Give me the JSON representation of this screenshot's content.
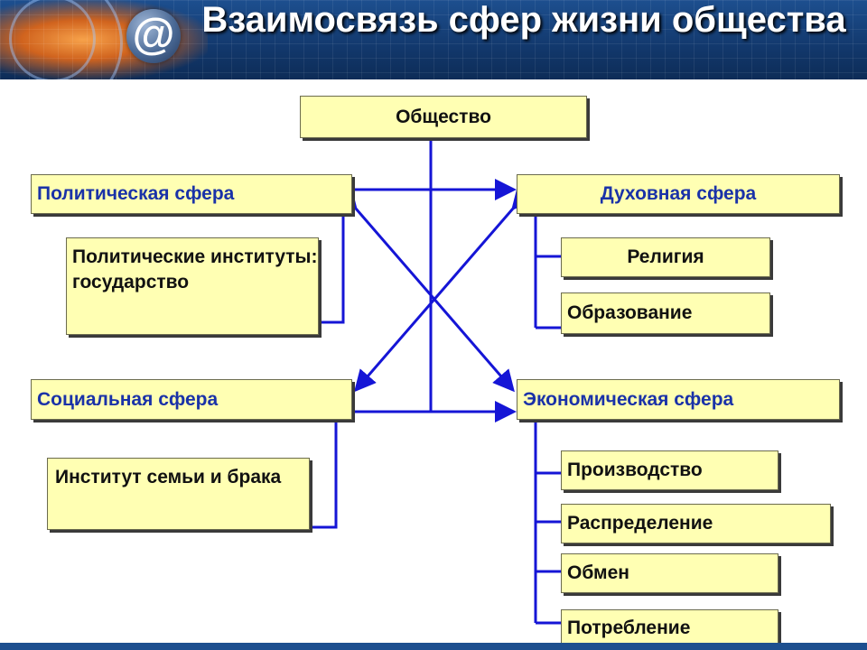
{
  "title": "Взаимосвязь сфер жизни общества",
  "nodes": {
    "society": "Общество",
    "political": "Политическая сфера",
    "political_institutions": "Политические институты: государство",
    "spiritual": "Духовная сфера",
    "religion": "Религия",
    "education": "Образование",
    "social": "Социальная сфера",
    "family": "Институт семьи и брака",
    "economic": "Экономическая сфера",
    "production": "Производство",
    "distribution": "Распределение",
    "exchange": "Обмен",
    "consumption": "Потребление"
  },
  "colors": {
    "line": "#1515d6",
    "box_fill": "#ffffb3",
    "header_text": "#1a32a8",
    "banner": "#1d4f8f"
  },
  "icon": "at-sign-icon"
}
